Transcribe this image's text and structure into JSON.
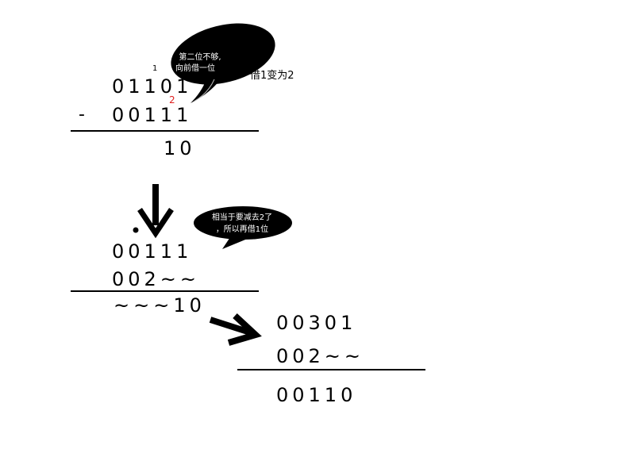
{
  "step1": {
    "borrow_mark_1": "1",
    "minuend": "01101",
    "borrow_mark_2": "2",
    "minus_sign": "-",
    "subtrahend": "00111",
    "result": "10",
    "bubble_line1": "第二位不够,",
    "bubble_line2": "向前借一位",
    "side_note": "借1变为2"
  },
  "step2": {
    "bubble_line1": "相当于要减去2了",
    "bubble_line2": "，所以再借1位",
    "row1": "00111",
    "row2": "002~~",
    "result": "~~~10"
  },
  "step3": {
    "row1": "00301",
    "row2": "002~~",
    "result": "00110"
  },
  "colors": {
    "ink": "#000000",
    "accent": "#e02020",
    "bubble_fill": "#000000",
    "bubble_text": "#ffffff"
  }
}
